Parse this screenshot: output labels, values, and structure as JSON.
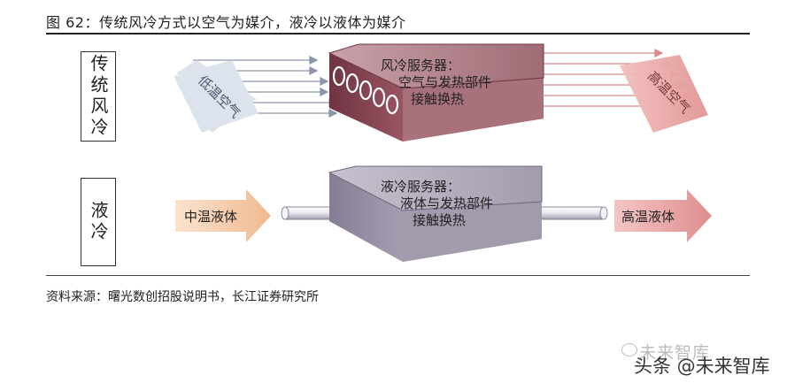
{
  "figure": {
    "title": "图 62：传统风冷方式以空气为媒介，液冷以液体为媒介",
    "source": "资料来源：曙光数创招股说明书，长江证券研究所"
  },
  "air_cooling": {
    "side_label": "传统风冷",
    "inlet_label": "低温空气",
    "server_lines": [
      "风冷服务器：",
      "空气与发热部件",
      "接触换热"
    ],
    "outlet_label": "高温空气",
    "colors": {
      "inlet": "#d6dde8",
      "server_top": "#b68a91",
      "server_front": "#7a3f4c",
      "outlet": "#e8a9a9"
    }
  },
  "liquid_cooling": {
    "side_label": "液冷",
    "inlet_label": "中温液体",
    "server_lines": [
      "液冷服务器：",
      "液体与发热部件",
      "接触换热"
    ],
    "outlet_label": "高温液体",
    "colors": {
      "inlet": "#f3c9a8",
      "server_top": "#b3acbc",
      "server_front": "#888096",
      "outlet": "#e9a6a6"
    }
  },
  "watermark": {
    "faded": "未来智库",
    "main": "头条 @未来智库"
  }
}
